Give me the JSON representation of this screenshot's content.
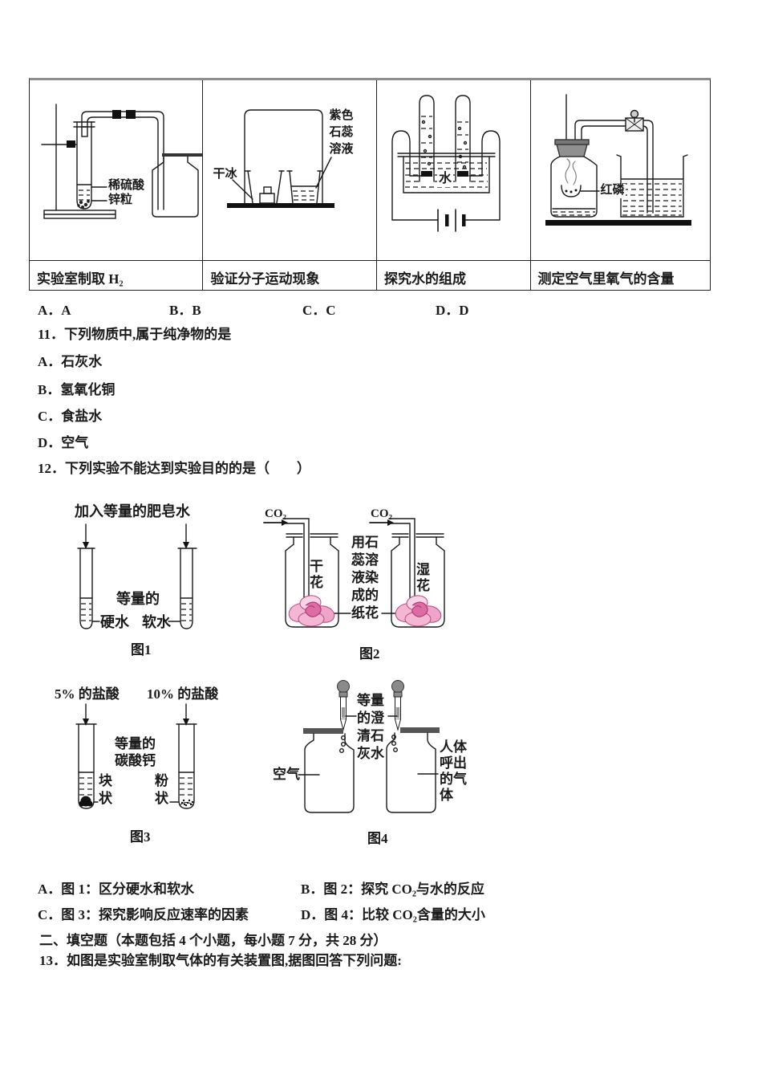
{
  "colors": {
    "flower_pink": "#f3b6d3",
    "flower_deep": "#c2447e",
    "text": "#1a1a1a"
  },
  "apparatus_table": {
    "cells": [
      {
        "caption": "实验室制取 H₂",
        "label_acid": "稀硫酸",
        "label_zinc": "锌粒"
      },
      {
        "caption": "验证分子运动现象",
        "label_dry_ice": "干冰",
        "label_litmus": "紫色石蕊溶液"
      },
      {
        "caption": "探究水的组成",
        "label_water": "水"
      },
      {
        "caption": "测定空气里氧气的含量",
        "label_red_phosphorus": "红磷"
      }
    ]
  },
  "answer_row": {
    "options": [
      "A．A",
      "B．B",
      "C．C",
      "D．D"
    ]
  },
  "question11": {
    "stem": "11．下列物质中,属于纯净物的是",
    "options": [
      "A．石灰水",
      "B．氢氧化铜",
      "C．食盐水",
      "D．空气"
    ]
  },
  "question12": {
    "stem": "12．下列实验不能达到实验目的的是（　　）",
    "fig1": {
      "label_top": "加入等量的肥皂水",
      "label_equal": "等量的",
      "label_left": "硬水",
      "label_right": "软水",
      "caption": "图1"
    },
    "fig2": {
      "label_gas_left": "CO₂",
      "label_gas_right": "CO₂",
      "label_jar_left": "干花",
      "label_jar_right": "湿花",
      "label_middle": "用石蕊溶液染成的纸花",
      "caption": "图2"
    },
    "fig3": {
      "label_top_left": "5% 的盐酸",
      "label_top_right": "10% 的盐酸",
      "label_middle": "等量的碳酸钙",
      "label_left": "块状",
      "label_right": "粉状",
      "caption": "图3"
    },
    "fig4": {
      "label_middle": "等量的澄清石灰水",
      "label_left": "空气",
      "label_right": "人体呼出的气体",
      "caption": "图4"
    },
    "options": [
      "A．图 1：区分硬水和软水",
      "B．图 2：探究 CO₂与水的反应",
      "C．图 3：探究影响反应速率的因素",
      "D．图 4：比较 CO₂含量的大小"
    ]
  },
  "section2_header": "二、填空题（本题包括 4 个小题，每小题 7 分，共 28 分）",
  "question13_stem": "13．如图是实验室制取气体的有关装置图,据图回答下列问题:"
}
